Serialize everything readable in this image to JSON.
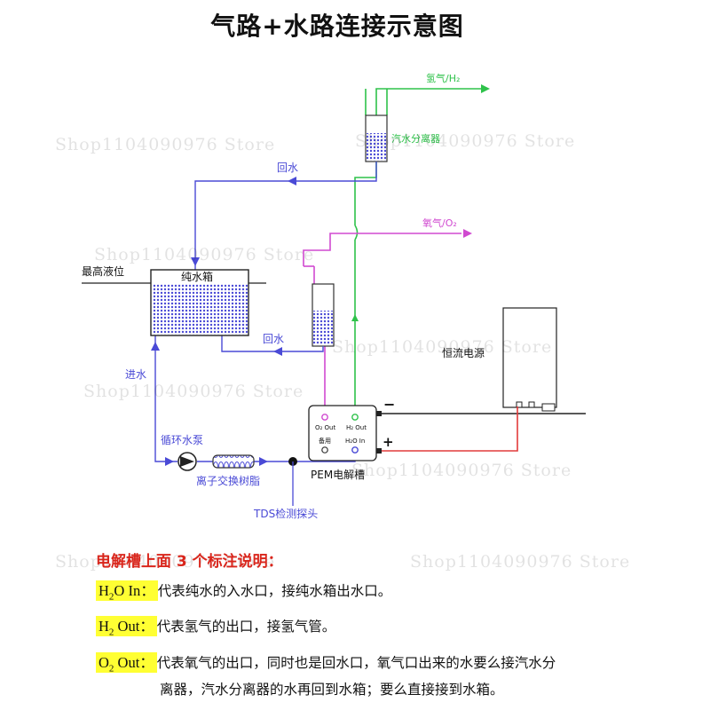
{
  "title": "气路+水路连接示意图",
  "watermark": "Shop1104090976 Store",
  "labels": {
    "hydrogen": "氢气/H₂",
    "oxygen": "氧气/O₂",
    "separator": "汽水分离器",
    "return_top": "回水",
    "return_mid": "回水",
    "max_level": "最高液位",
    "tank": "纯水箱",
    "inlet": "进水",
    "pump": "循环水泵",
    "resin": "离子交换树脂",
    "tds": "TDS检测探头",
    "power": "恒流电源",
    "electrolyzer": "PEM电解槽",
    "o2_out": "O₂ Out",
    "h2_out": "H₂ Out",
    "spare": "备用",
    "h2o_in": "H₂O In",
    "minus": "−",
    "plus": "+"
  },
  "notes": {
    "heading": "电解槽上面 3 个标注说明：",
    "items": [
      {
        "key_main": "H",
        "key_sub": "2",
        "key_rest": "O In：",
        "text": "代表纯水的入水口，接纯水箱出水口。"
      },
      {
        "key_main": "H",
        "key_sub": "2",
        "key_rest": " Out：",
        "text": "代表氢气的出口，接氢气管。"
      },
      {
        "key_main": "O",
        "key_sub": "2",
        "key_rest": " Out：",
        "text": "代表氧气的出口，同时也是回水口，氧气口出来的水要么接汽水分"
      }
    ],
    "continuation": "离器，汽水分离器的水再回到水箱；要么直接接到水箱。"
  },
  "colors": {
    "water": "#4a4ad6",
    "hydrogen": "#2ec24a",
    "oxygen": "#d04ad0",
    "power_pos": "#e23b3b",
    "wire": "#222222",
    "accent_text": "#d9261c",
    "highlight": "#ffff33"
  }
}
